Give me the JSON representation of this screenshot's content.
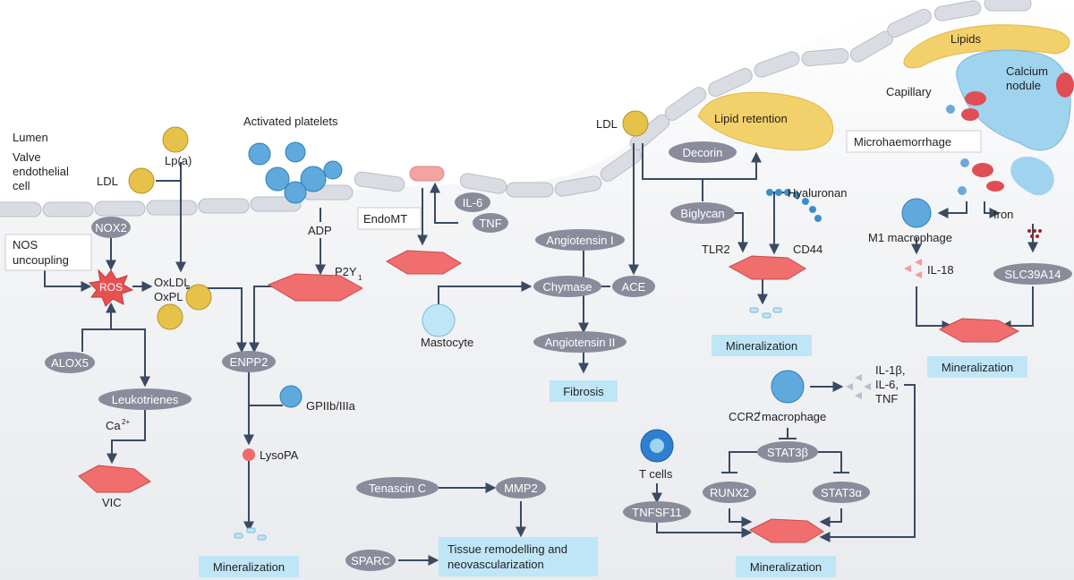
{
  "colors": {
    "pill": "#8a8c9c",
    "box": "#bfe6f6",
    "arrow": "#3a4a63",
    "endothelium": "#d9dde3",
    "lipid": "#f3d16a",
    "calcium": "#9fd3ee",
    "cell": "#f06e6e",
    "ros": "#e8504f"
  },
  "labels": {
    "lumen": "Lumen",
    "valve_endo_1": "Valve",
    "valve_endo_2": "endothelial",
    "valve_endo_3": "cell",
    "ldl_left": "LDL",
    "lpa": "Lp(a)",
    "activated_platelets": "Activated platelets",
    "adp": "ADP",
    "p2y": "P2Y",
    "p2y_sub": "1",
    "oxldl": "OxLDL",
    "oxpl": "OxPL",
    "nos_1": "NOS",
    "nos_2": "uncoupling",
    "nox2": "NOX2",
    "ros": "ROS",
    "alox5": "ALOX5",
    "leukotrienes": "Leukotrienes",
    "ca": "Ca",
    "ca_sup": "2+",
    "vic": "VIC",
    "enpp2": "ENPP2",
    "gpiib": "GPIIb/IIIa",
    "lysopa": "LysoPA",
    "mineralization": "Mineralization",
    "endomt": "EndoMT",
    "il6": "IL-6",
    "tnf": "TNF",
    "mastocyte": "Mastocyte",
    "chymase": "Chymase",
    "angiotensin1": "Angiotensin I",
    "angiotensin2": "Angiotensin II",
    "ace": "ACE",
    "fibrosis": "Fibrosis",
    "ldl_mid": "LDL",
    "lipid_retention": "Lipid retention",
    "decorin": "Decorin",
    "biglycan": "Biglycan",
    "hyaluronan": "Hyaluronan",
    "tlr2": "TLR2",
    "cd44": "CD44",
    "lipids": "Lipids",
    "calcium_1": "Calcium",
    "calcium_2": "nodule",
    "capillary": "Capillary",
    "microhaemorrhage": "Microhaemorrhage",
    "m1_macrophage": "M1 macrophage",
    "iron": "Iron",
    "il18": "IL-18",
    "slc39a14": "SLC39A14",
    "ccr2": "CCR2",
    "ccr2_sup": "+",
    "ccr2_rest": " macrophage",
    "il1b": "IL-1β,",
    "il6_r": "IL-6,",
    "tnf_r": "TNF",
    "stat3b": "STAT3β",
    "runx2": "RUNX2",
    "stat3a": "STAT3α",
    "tcells": "T cells",
    "tnfsf11": "TNFSF11",
    "tenascin": "Tenascin C",
    "mmp2": "MMP2",
    "sparc": "SPARC",
    "tissue_1": "Tissue remodelling and",
    "tissue_2": "neovascularization"
  }
}
